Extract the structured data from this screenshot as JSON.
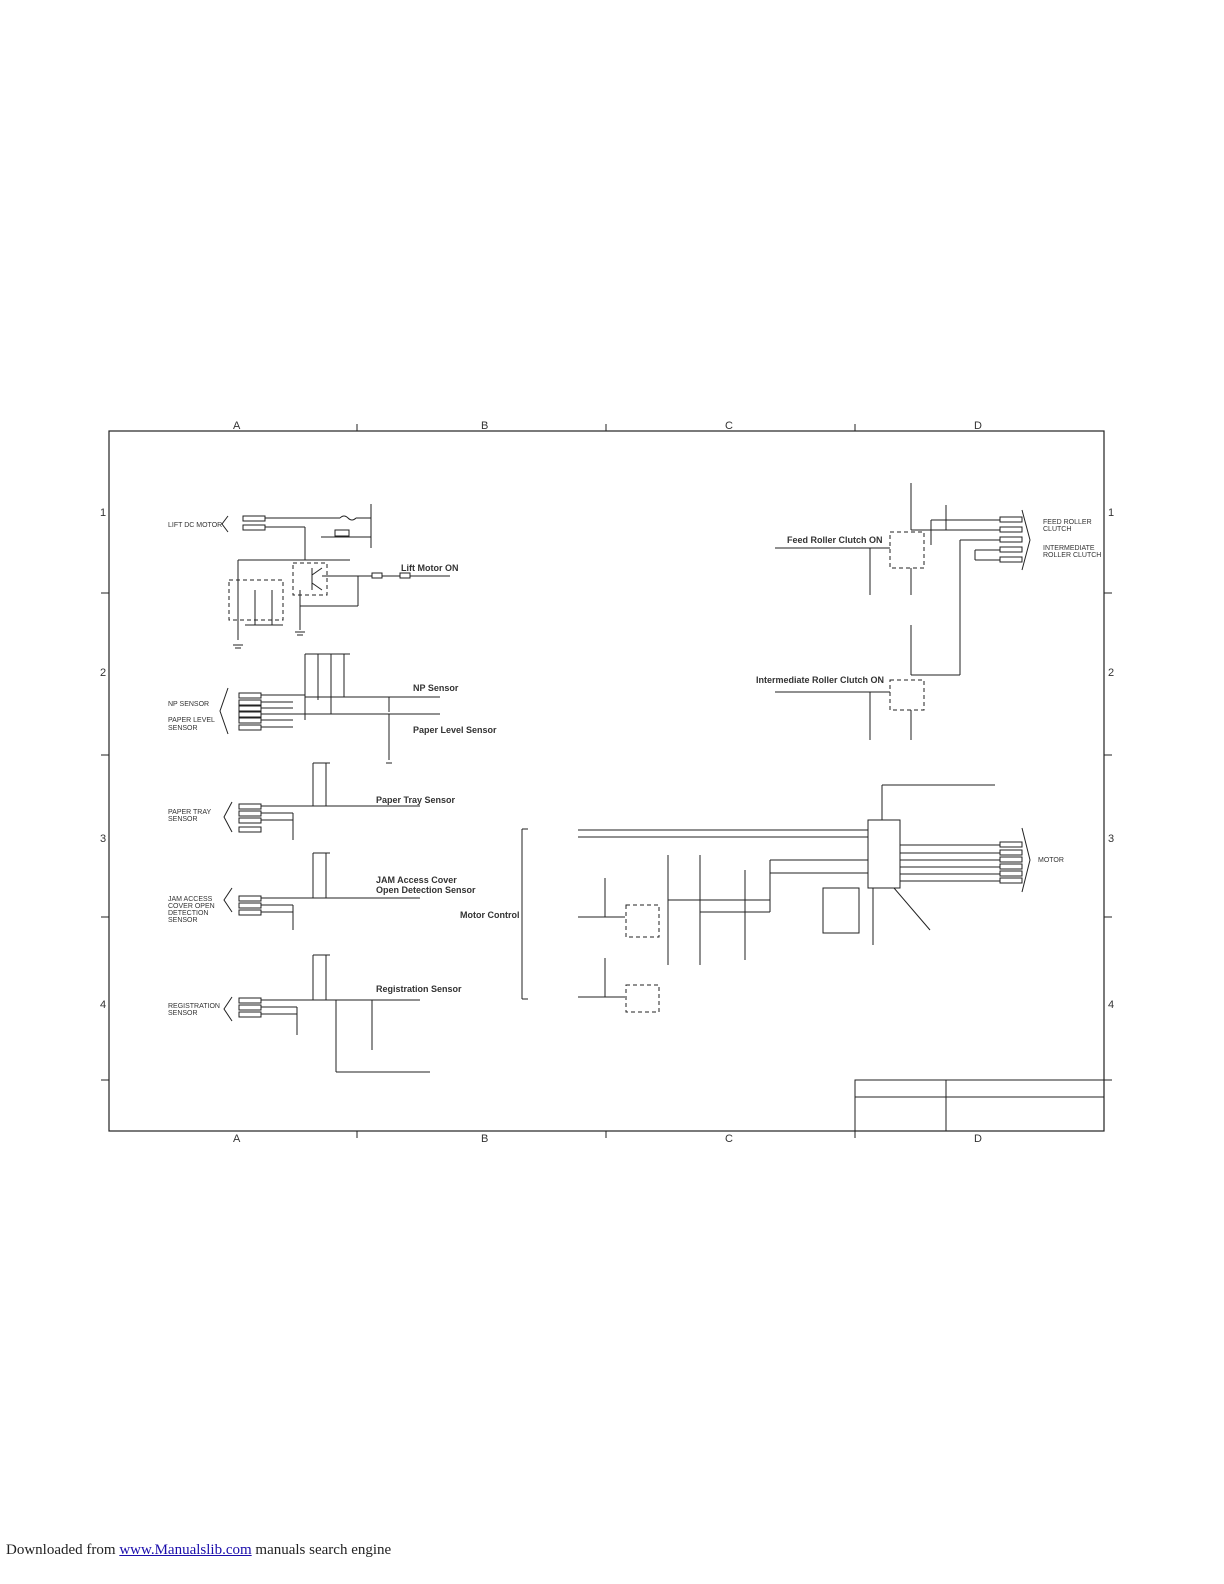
{
  "frame": {
    "columns": [
      "A",
      "B",
      "C",
      "D"
    ],
    "rows": [
      "1",
      "2",
      "3",
      "4"
    ]
  },
  "connector_labels": {
    "lift_dc_motor": "LIFT DC MOTOR",
    "np_sensor": "NP SENSOR",
    "paper_level_sensor": [
      "PAPER LEVEL",
      "SENSOR"
    ],
    "paper_tray_sensor": [
      "PAPER TRAY",
      "SENSOR"
    ],
    "jam_access_cover_sensor": [
      "JAM ACCESS",
      "COVER OPEN",
      "DETECTION",
      "SENSOR"
    ],
    "registration_sensor": [
      "REGISTRATION",
      "SENSOR"
    ],
    "feed_roller_clutch": [
      "FEED ROLLER",
      "CLUTCH"
    ],
    "intermediate_roller_clutch": [
      "INTERMEDIATE",
      "ROLLER CLUTCH"
    ],
    "motor": "MOTOR"
  },
  "block_titles": {
    "lift_motor_on": "Lift Motor ON",
    "np_sensor": "NP Sensor",
    "paper_level_sensor": "Paper Level Sensor",
    "paper_tray_sensor": "Paper Tray Sensor",
    "jam_access_cover": [
      "JAM Access Cover",
      "Open Detection Sensor"
    ],
    "registration_sensor": "Registration Sensor",
    "motor_control": "Motor Control",
    "feed_roller_clutch_on": "Feed Roller Clutch ON",
    "intermediate_roller_clutch_on": "Intermediate Roller Clutch ON"
  },
  "footer": {
    "prefix": "Downloaded from",
    "link": "www.Manualslib.com",
    "suffix": "manuals search engine"
  }
}
